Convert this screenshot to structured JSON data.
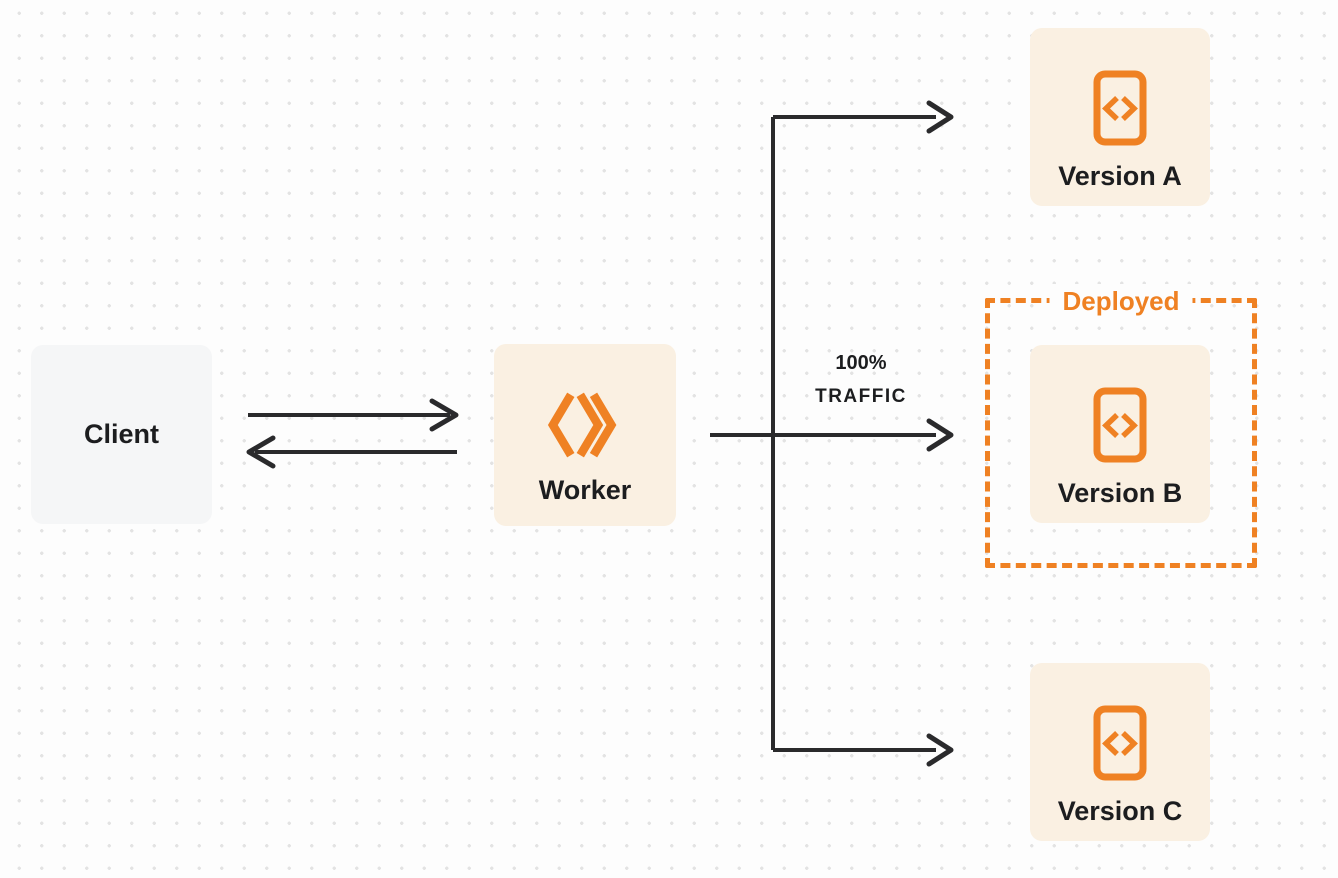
{
  "diagram": {
    "title": "worker-version-traffic-routing",
    "edges": [
      {
        "from": "client",
        "to": "worker",
        "type": "arrow"
      },
      {
        "from": "worker",
        "to": "client",
        "type": "arrow"
      },
      {
        "from": "worker",
        "to": "version_a",
        "type": "arrow"
      },
      {
        "from": "worker",
        "to": "version_b",
        "type": "arrow",
        "label": "100% TRAFFIC"
      },
      {
        "from": "worker",
        "to": "version_c",
        "type": "arrow"
      }
    ]
  },
  "nodes": {
    "client": {
      "label": "Client"
    },
    "worker": {
      "label": "Worker",
      "icon": "workers-logo-icon"
    },
    "version_a": {
      "label": "Version A",
      "icon": "code-file-icon"
    },
    "version_b": {
      "label": "Version B",
      "icon": "code-file-icon",
      "container": "Deployed"
    },
    "version_c": {
      "label": "Version C",
      "icon": "code-file-icon"
    }
  },
  "annotations": {
    "deployed": {
      "label": "Deployed"
    },
    "traffic": {
      "line1": "100%",
      "line2": "TRAFFIC"
    }
  },
  "colors": {
    "orange": "#EF8123",
    "cream": "#FAF0E2",
    "gray_box": "#F5F6F7",
    "line": "#2A2A2C",
    "text_dark": "#1C1D1F",
    "page_bg": "#FDFDFD",
    "dot": "#E3E3E3"
  }
}
